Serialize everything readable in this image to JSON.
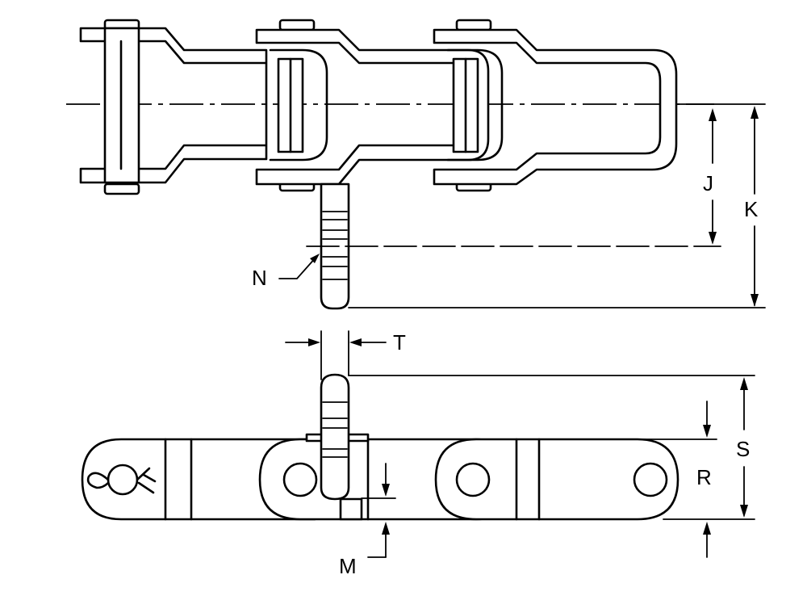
{
  "labels": {
    "J": "J",
    "K": "K",
    "N": "N",
    "T": "T",
    "S": "S",
    "R": "R",
    "M": "M"
  }
}
